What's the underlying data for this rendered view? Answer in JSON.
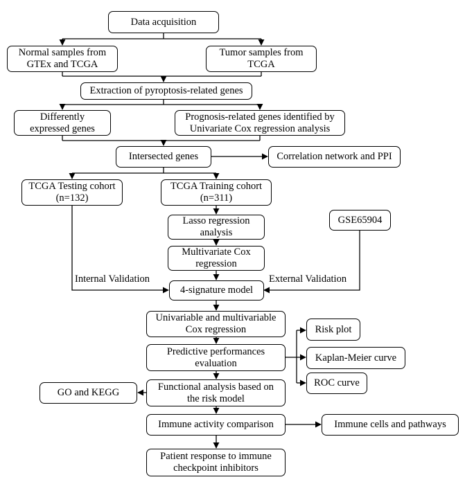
{
  "nodes": {
    "data_acquisition": "Data acquisition",
    "normal_samples": "Normal samples from\nGTEx and TCGA",
    "tumor_samples": "Tumor samples from\nTCGA",
    "extraction": "Extraction of pyroptosis-related genes",
    "differently_expressed": "Differently\nexpressed genes",
    "prognosis_related": "Prognosis-related genes identified by\nUnivariate Cox regression analysis",
    "intersected": "Intersected genes",
    "correlation_network": "Correlation network and PPI",
    "testing_cohort": "TCGA Testing cohort\n(n=132)",
    "training_cohort": "TCGA Training cohort\n(n=311)",
    "lasso": "Lasso regression\nanalysis",
    "multivariate_cox": "Multivariate Cox\nregression",
    "gse": "GSE65904",
    "signature_model": "4-signature model",
    "uni_multi_cox": "Univariable and multivariable\nCox regression",
    "predictive": "Predictive performances\nevaluation",
    "risk_plot": "Risk plot",
    "km_curve": "Kaplan-Meier curve",
    "roc_curve": "ROC curve",
    "functional": "Functional analysis based on\nthe risk model",
    "go_kegg": "GO and KEGG",
    "immune_activity": "Immune activity comparison",
    "immune_cells": "Immune cells and pathways",
    "patient_response": "Patient response to immune\ncheckpoint inhibitors"
  },
  "edge_labels": {
    "internal": "Internal Validation",
    "external": "External Validation"
  }
}
